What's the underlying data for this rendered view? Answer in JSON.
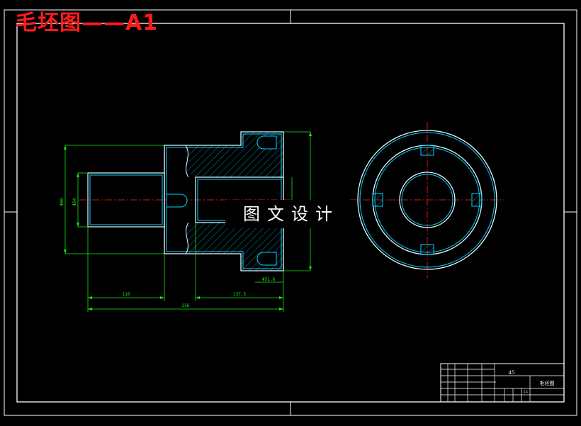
{
  "header": {
    "title": "毛坯图——A1"
  },
  "watermark": {
    "text": "图文设计"
  },
  "dimensions": {
    "bore_dia": "Φ80",
    "inner_dia": "Φ54",
    "right_dia": "Φ51.6",
    "left_length": "110",
    "right_length": "137.5",
    "total_length": "256"
  },
  "title_block": {
    "material": "45",
    "drawing_name": "毛坯图",
    "scale_value": "1:1"
  },
  "colors": {
    "outline": "#e8f8ff",
    "section": "#00d4ff",
    "hatch": "#00a8c8",
    "dimension": "#14e814",
    "centerline": "#ff2020",
    "frame": "#ffffff",
    "title": "#ff1a1a"
  }
}
